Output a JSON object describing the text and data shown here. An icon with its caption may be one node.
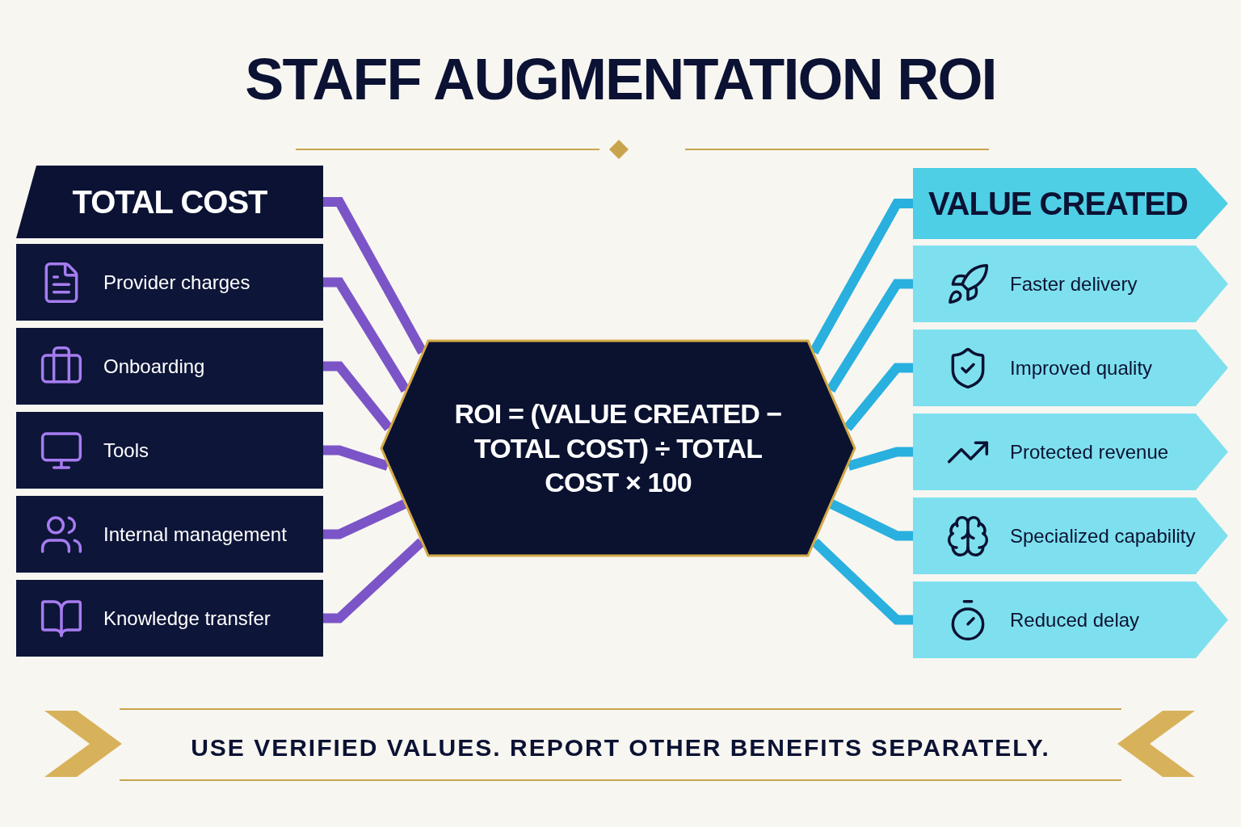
{
  "diagram": {
    "title": "STAFF AUGMENTATION ROI",
    "nodes": [
      {
        "text": [
          "TOTAL COST"
        ]
      },
      {
        "text": [
          "Provider charges"
        ]
      },
      {
        "text": [
          "Onboarding"
        ]
      },
      {
        "text": [
          "Tools"
        ]
      },
      {
        "text": [
          "Internal management"
        ]
      },
      {
        "text": [
          "Knowledge transfer"
        ]
      },
      {
        "text": [
          "ROI = (VALUE CREATED − TOTAL COST) ÷ TOTAL COST × 100"
        ]
      },
      {
        "text": [
          "VALUE CREATED"
        ]
      },
      {
        "text": [
          "Faster delivery"
        ]
      },
      {
        "text": [
          "Improved quality"
        ]
      },
      {
        "text": [
          "Protected revenue"
        ]
      },
      {
        "text": [
          "Specialized capability"
        ]
      },
      {
        "text": [
          "Reduced delay"
        ]
      }
    ],
    "edges": [
      {
        "from": 0,
        "to": 6,
        "arrow": "none",
        "color": "#7b55c7"
      },
      {
        "from": 1,
        "to": 6,
        "arrow": "none",
        "color": "#7b55c7"
      },
      {
        "from": 2,
        "to": 6,
        "arrow": "none",
        "color": "#7b55c7"
      },
      {
        "from": 3,
        "to": 6,
        "arrow": "none",
        "color": "#7b55c7"
      },
      {
        "from": 4,
        "to": 6,
        "arrow": "none",
        "color": "#7b55c7"
      },
      {
        "from": 5,
        "to": 6,
        "arrow": "none",
        "color": "#7b55c7"
      },
      {
        "from": 6,
        "to": 7,
        "arrow": "none",
        "color": "#29b0df"
      },
      {
        "from": 6,
        "to": 8,
        "arrow": "none",
        "color": "#29b0df"
      },
      {
        "from": 6,
        "to": 9,
        "arrow": "none",
        "color": "#29b0df"
      },
      {
        "from": 6,
        "to": 10,
        "arrow": "none",
        "color": "#29b0df"
      },
      {
        "from": 6,
        "to": 11,
        "arrow": "none",
        "color": "#29b0df"
      },
      {
        "from": 6,
        "to": 12,
        "arrow": "none",
        "color": "#29b0df"
      }
    ],
    "labels": [
      "USE VERIFIED VALUES. REPORT OTHER BENEFITS SEPARATELY."
    ]
  }
}
